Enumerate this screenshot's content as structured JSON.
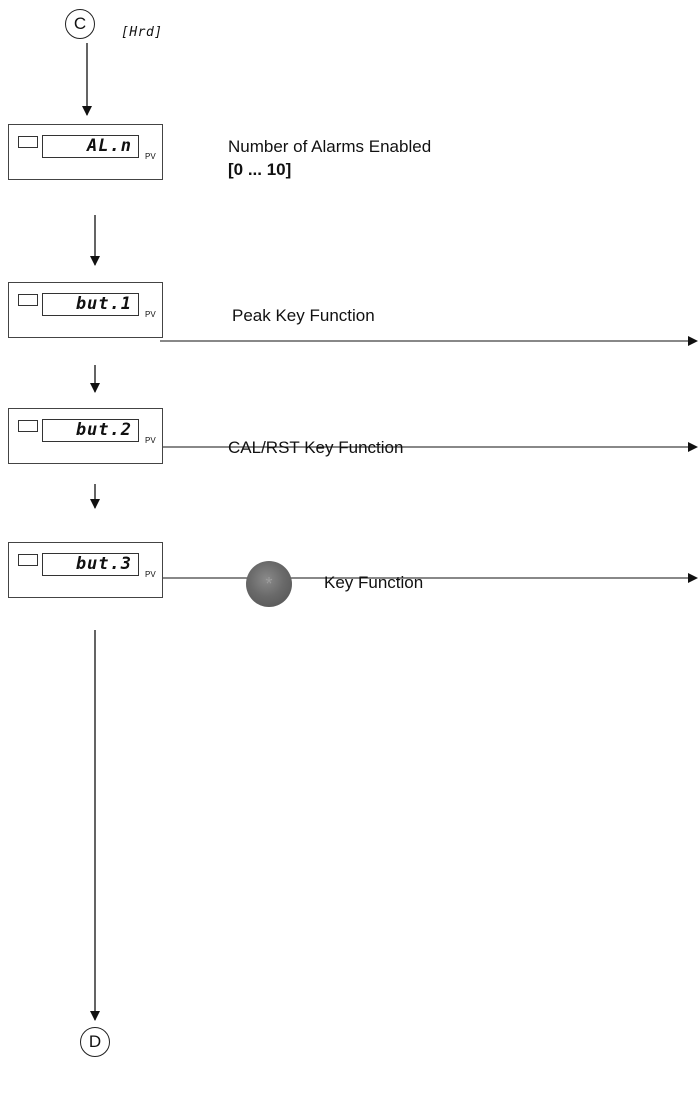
{
  "connector_start": "C",
  "connector_end": "D",
  "hrd_tag": "[Hrd]",
  "steps": [
    {
      "display": "AL.n",
      "unit": "PV",
      "label": "Number of Alarms Enabled",
      "range": "[0 ... 10]"
    },
    {
      "display": "but.1",
      "unit": "PV",
      "label": "Peak Key Function"
    },
    {
      "display": "but.2",
      "unit": "PV",
      "label": "CAL/RST Key Function"
    },
    {
      "display": "but.3",
      "unit": "PV",
      "label": "Key Function",
      "key_icon": "star-key-icon",
      "key_glyph": "*"
    }
  ]
}
